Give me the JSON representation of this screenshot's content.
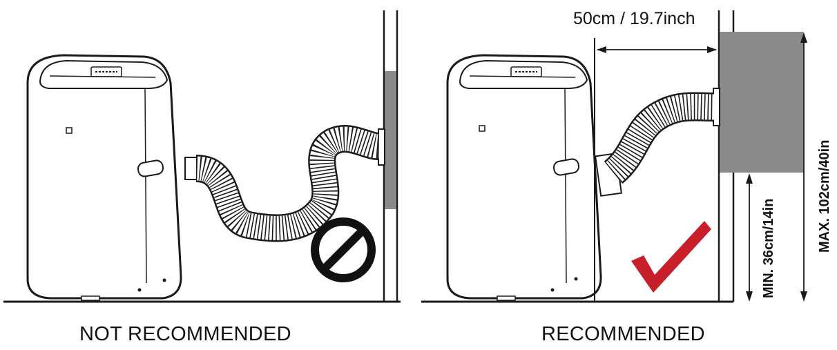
{
  "panels": {
    "left": {
      "caption": "NOT RECOMMENDED",
      "status_icon": "prohibited-icon"
    },
    "right": {
      "caption": "RECOMMENDED",
      "status_icon": "checkmark-icon"
    }
  },
  "dimensions": {
    "horizontal_distance": "50cm / 19.7inch",
    "min_height": "MIN. 36cm/14in",
    "max_height": "MAX. 102cm/40in"
  },
  "colors": {
    "line": "#1a1a1a",
    "window_panel": "#8a8a8a",
    "check_red": "#c8202a"
  }
}
